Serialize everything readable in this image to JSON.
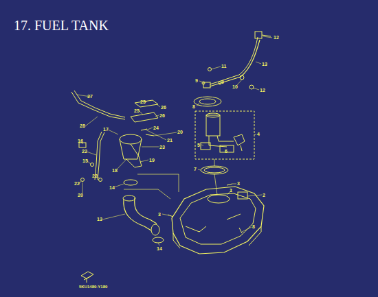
{
  "diagram": {
    "title": "17. FUEL TANK",
    "labels": [
      "12",
      "13",
      "11",
      "9",
      "9",
      "10",
      "12",
      "8",
      "27",
      "25",
      "26",
      "25",
      "26",
      "28",
      "24",
      "17",
      "20",
      "21",
      "16",
      "23",
      "22",
      "15",
      "19",
      "18",
      "22",
      "22",
      "20",
      "14",
      "4",
      "5",
      "6",
      "7",
      "3",
      "1",
      "2",
      "13",
      "3",
      "8",
      "14",
      "5KU1480-Y180"
    ]
  }
}
